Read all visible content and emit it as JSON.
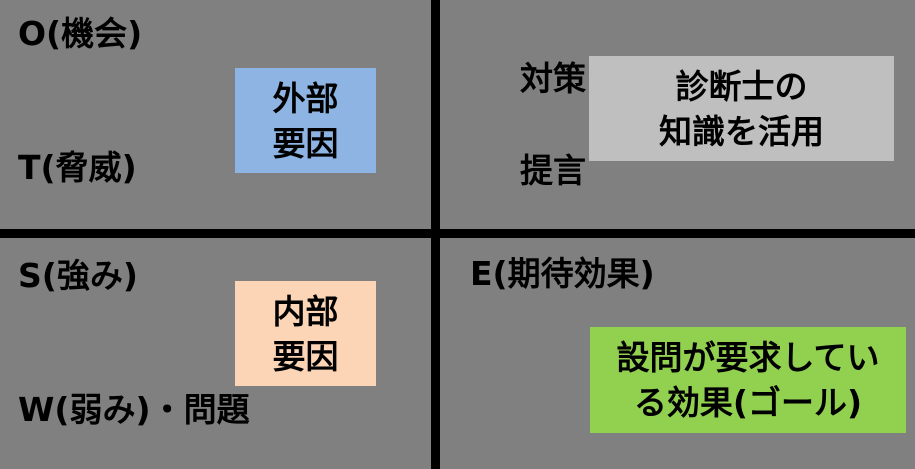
{
  "colors": {
    "background": "#808080",
    "divider": "#000000",
    "text": "#000000",
    "external_box": "#8DB4E2",
    "knowledge_box": "#BFBFBF",
    "internal_box": "#FBD5B5",
    "goal_box": "#92D050"
  },
  "quadrants": {
    "top_left": {
      "label_top": "O(機会)",
      "label_bottom": "T(脅威)",
      "box": {
        "line1": "外部",
        "line2": "要因"
      }
    },
    "top_right": {
      "label_line1": "対策",
      "label_line2": "提言",
      "box": {
        "line1": "診断士の",
        "line2": "知識を活用"
      }
    },
    "bottom_left": {
      "label_top": "S(強み)",
      "label_bottom": "W(弱み)・問題",
      "box": {
        "line1": "内部",
        "line2": "要因"
      }
    },
    "bottom_right": {
      "label_top": "E(期待効果)",
      "box": {
        "line1": "設問が要求してい",
        "line2": "る効果(ゴール)"
      }
    }
  }
}
